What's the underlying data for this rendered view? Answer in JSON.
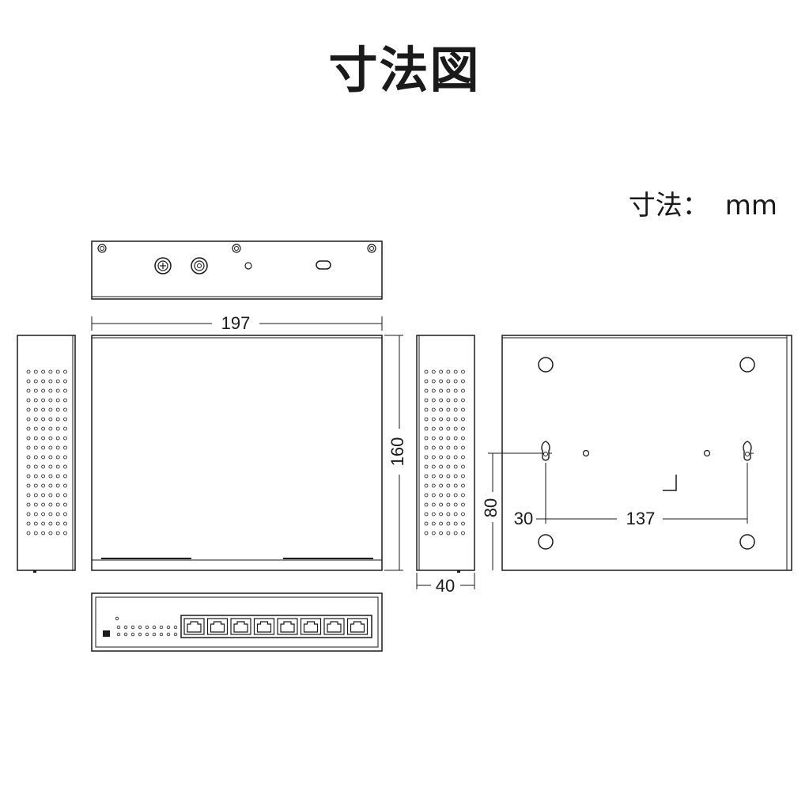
{
  "title": "寸法図",
  "unit": {
    "label": "寸法：",
    "value": "mm"
  },
  "dimensions": {
    "width": "197",
    "depth": "160",
    "height": "40",
    "mount_offset": "80",
    "mount_side": "30",
    "mount_pitch": "137"
  },
  "front_panel": {
    "port_count": 8
  }
}
